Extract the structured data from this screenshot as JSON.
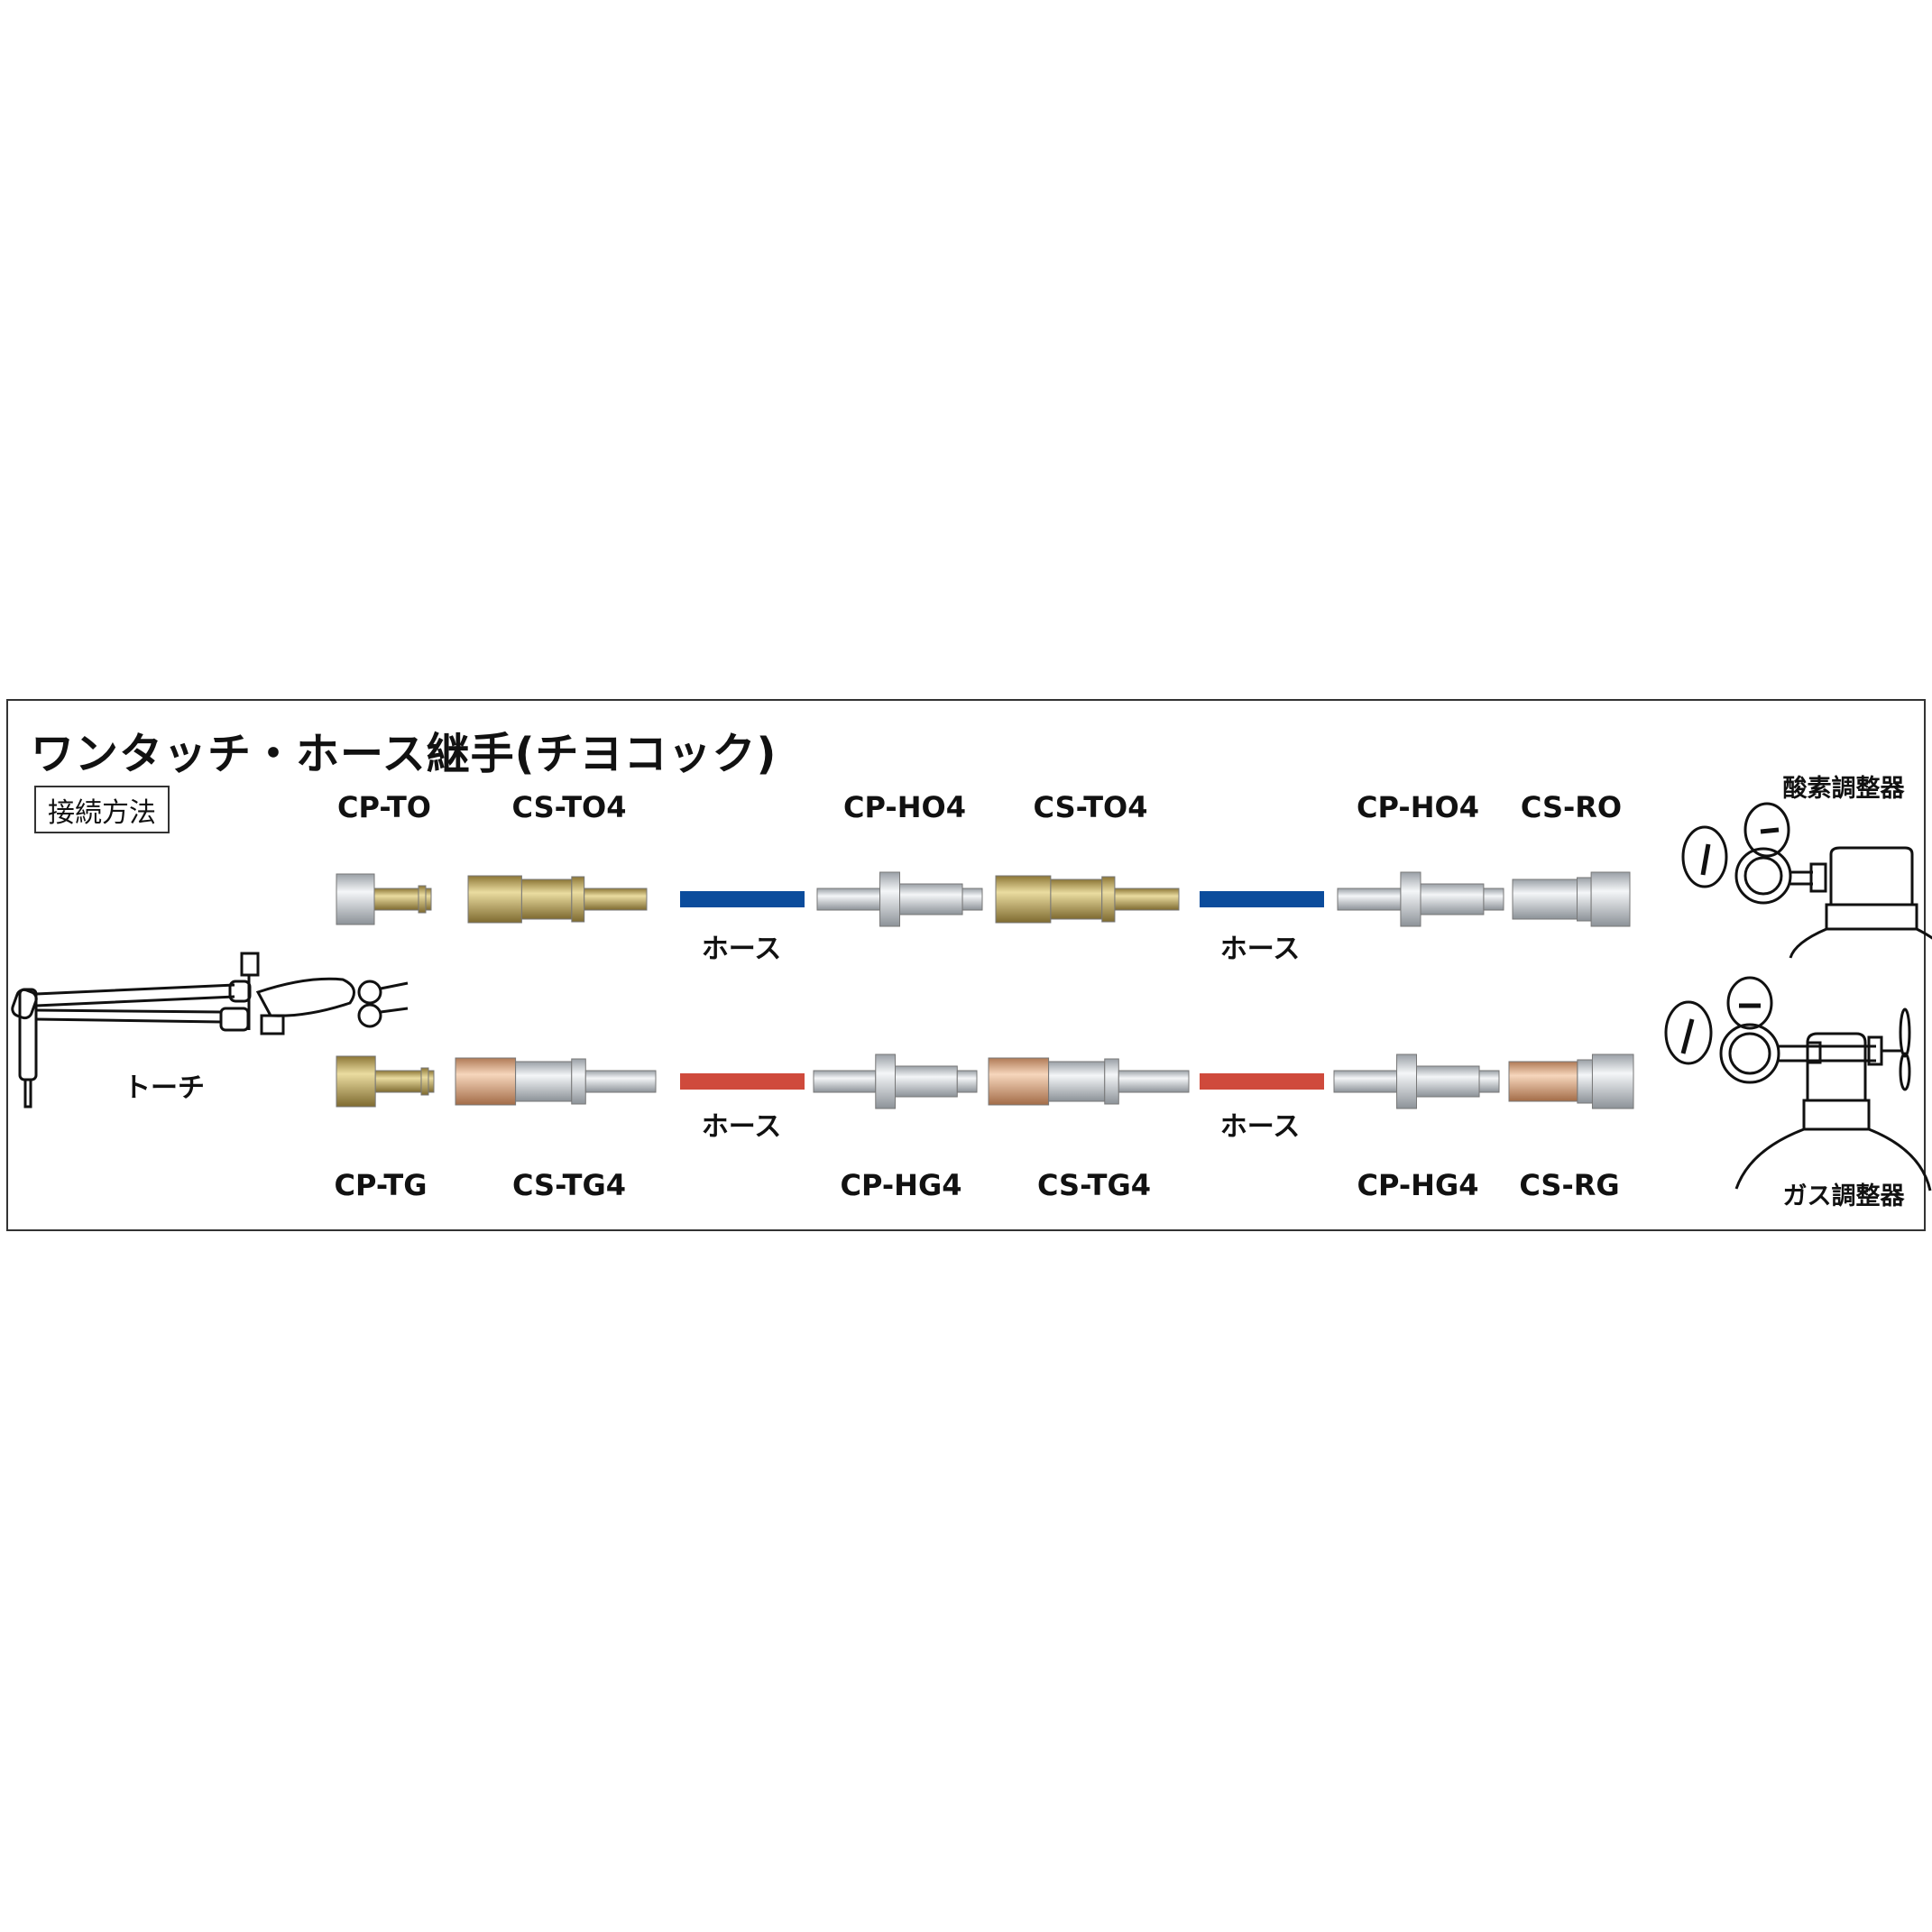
{
  "title": "ワンタッチ・ホース継手(チヨコック)",
  "method_label": "接続方法",
  "torch_label": "トーチ",
  "hose_label": "ホース",
  "regulators": {
    "oxygen": "酸素調整器",
    "gas": "ガス調整器"
  },
  "oxygen_row": {
    "labels": [
      "CP-TO",
      "CS-TO4",
      "CP-HO4",
      "CS-TO4",
      "CP-HO4",
      "CS-RO"
    ],
    "hose_color": "#0b4c9c",
    "hoses": [
      "ホース",
      "ホース"
    ]
  },
  "gas_row": {
    "labels": [
      "CP-TG",
      "CS-TG4",
      "CP-HG4",
      "CS-TG4",
      "CP-HG4",
      "CS-RG"
    ],
    "hose_color": "#cf4a3c",
    "hoses": [
      "ホース",
      "ホース"
    ]
  },
  "colors": {
    "brass": "#cdb46e",
    "copper": "#e6b38e",
    "silver": "#cfd3d8"
  }
}
